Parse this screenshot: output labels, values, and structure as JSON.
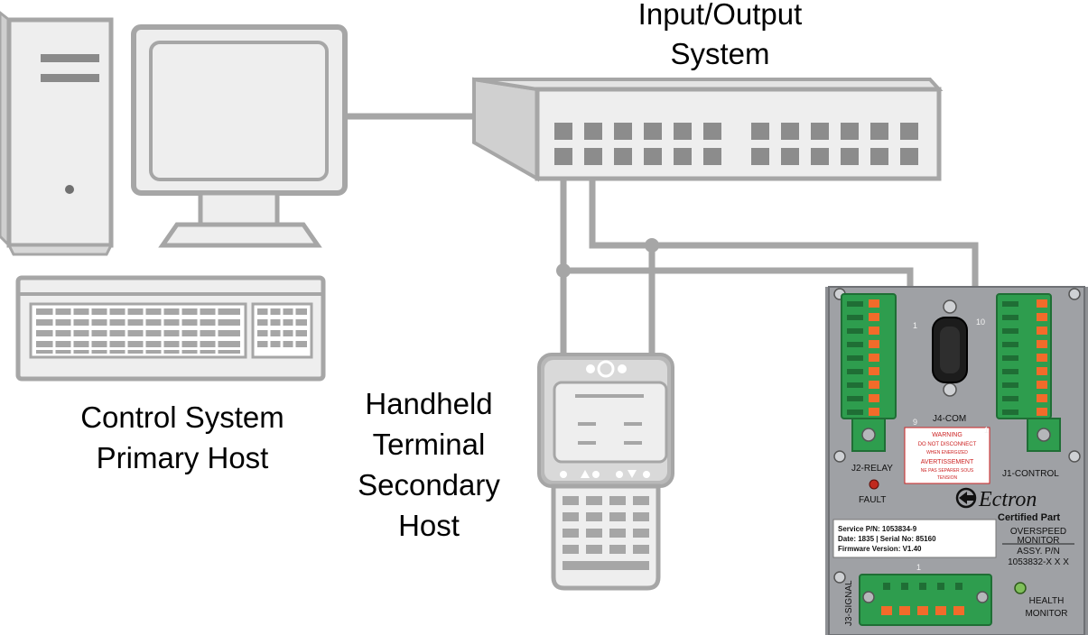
{
  "labels": {
    "io_system": [
      "Input/Output",
      "System"
    ],
    "primary_host": [
      "Control System",
      "Primary Host"
    ],
    "handheld": [
      "Handheld",
      "Terminal",
      "Secondary",
      "Host"
    ]
  },
  "device": {
    "j1_label": "J1-CONTROL",
    "j2_label": "J2-RELAY",
    "j3_label": "J3-SIGNAL",
    "j4_label": "J4-COM",
    "pin_1": "1",
    "pin_9": "9",
    "pin_10": "10",
    "fault_label": "FAULT",
    "warning_lines": [
      "WARNING",
      "DO NOT DISCONNECT",
      "WHEN ENERGIZED",
      "AVERTISSEMENT",
      "NE PAS SEPARER SOUS",
      "TENSION"
    ],
    "brand": "Ectron",
    "certified": "Certified Part",
    "product_lines": [
      "OVERSPEED",
      "MONITOR",
      "ASSY. P/N",
      "1053832-X X X"
    ],
    "info_lines": [
      "Service P/N:  1053834-9",
      "Date: 1835 | Serial No: 85160",
      "Firmware Version:  V1.40"
    ],
    "health_lines": [
      "HEALTH",
      "MONITOR"
    ]
  },
  "colors": {
    "line_gray": "#a6a6a6",
    "fill_light": "#eeeeee",
    "panel": "#8e9094",
    "terminal_green": "#2e9d4e",
    "terminal_orange": "#f26b2a"
  }
}
